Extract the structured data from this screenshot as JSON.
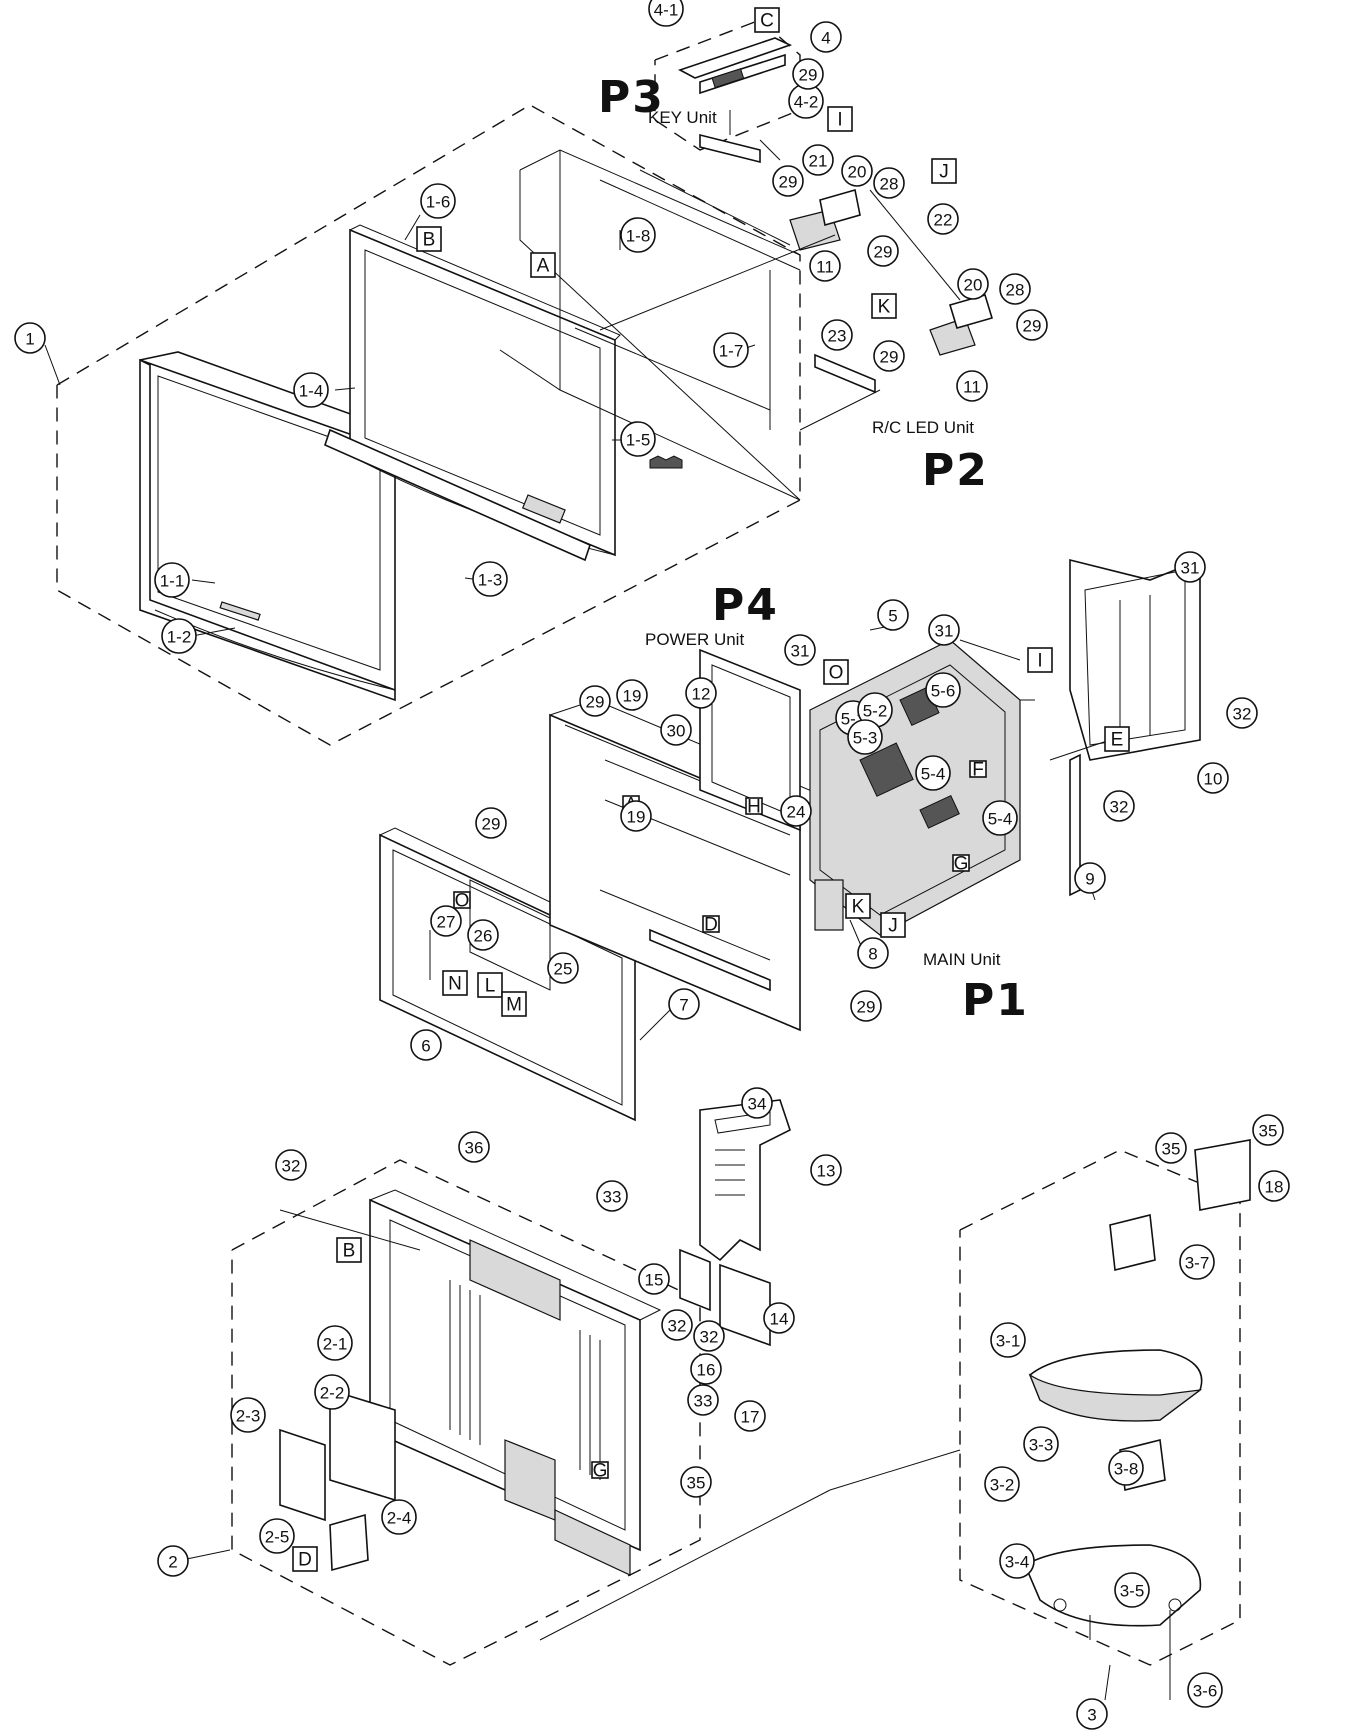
{
  "handwritten": {
    "p1": "P1",
    "p2": "P2",
    "p3": "P3",
    "p4": "P4"
  },
  "units": {
    "key": "KEY Unit",
    "rc_led": "R/C LED Unit",
    "power": "POWER Unit",
    "main": "MAIN Unit"
  },
  "box_labels": {
    "A1": "A",
    "A2": "A",
    "B1": "B",
    "B2": "B",
    "C": "C",
    "D1": "D",
    "D2": "D",
    "E": "E",
    "F": "F",
    "G1": "G",
    "G2": "G",
    "H": "H",
    "I1": "I",
    "I2": "I",
    "J1": "J",
    "J2": "J",
    "K1": "K",
    "K2": "K",
    "L": "L",
    "M": "M",
    "N": "N",
    "O1": "O",
    "O2": "O"
  },
  "callouts": {
    "c1": "1",
    "c1_1": "1-1",
    "c1_2": "1-2",
    "c1_3": "1-3",
    "c1_4": "1-4",
    "c1_5": "1-5",
    "c1_6": "1-6",
    "c1_7": "1-7",
    "c1_8": "1-8",
    "c2": "2",
    "c2_1": "2-1",
    "c2_2": "2-2",
    "c2_3": "2-3",
    "c2_4": "2-4",
    "c2_5": "2-5",
    "c3": "3",
    "c3_1": "3-1",
    "c3_2": "3-2",
    "c3_3": "3-3",
    "c3_4": "3-4",
    "c3_5": "3-5",
    "c3_6": "3-6",
    "c3_7": "3-7",
    "c3_8": "3-8",
    "c4": "4",
    "c4_1": "4-1",
    "c4_2": "4-2",
    "c5": "5",
    "c5_1": "5-1",
    "c5_2": "5-2",
    "c5_3": "5-3",
    "c5_4a": "5-4",
    "c5_4b": "5-4",
    "c5_6": "5-6",
    "c6": "6",
    "c7": "7",
    "c8": "8",
    "c9": "9",
    "c10": "10",
    "c11a": "11",
    "c11b": "11",
    "c12": "12",
    "c13": "13",
    "c14": "14",
    "c15": "15",
    "c16": "16",
    "c17": "17",
    "c18": "18",
    "c19a": "19",
    "c19b": "19",
    "c20a": "20",
    "c20b": "20",
    "c21": "21",
    "c22": "22",
    "c23": "23",
    "c24": "24",
    "c25": "25",
    "c26": "26",
    "c27": "27",
    "c28a": "28",
    "c28b": "28",
    "c29a": "29",
    "c29b": "29",
    "c29c": "29",
    "c29d": "29",
    "c29e": "29",
    "c29f": "29",
    "c29g": "29",
    "c29h": "29",
    "c30": "30",
    "c31a": "31",
    "c31b": "31",
    "c31c": "31",
    "c32a": "32",
    "c32b": "32",
    "c32c": "32",
    "c32d": "32",
    "c32e": "32",
    "c33a": "33",
    "c33b": "33",
    "c34": "34",
    "c35a": "35",
    "c35b": "35",
    "c35c": "35",
    "c36": "36"
  }
}
